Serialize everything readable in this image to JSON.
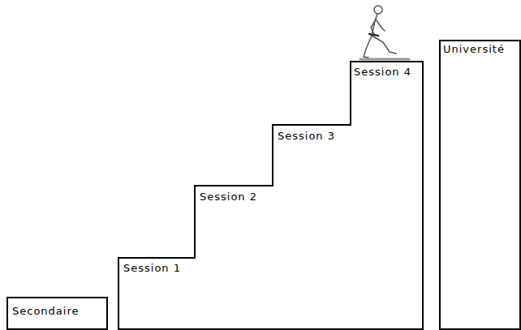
{
  "diagram": {
    "nodes": [
      {
        "text": [
          "Secondaire"
        ]
      },
      {
        "text": [
          "Session 1",
          "Session 2",
          "Session 3",
          "Session 4"
        ]
      },
      {
        "text": [
          "Université"
        ]
      }
    ]
  }
}
